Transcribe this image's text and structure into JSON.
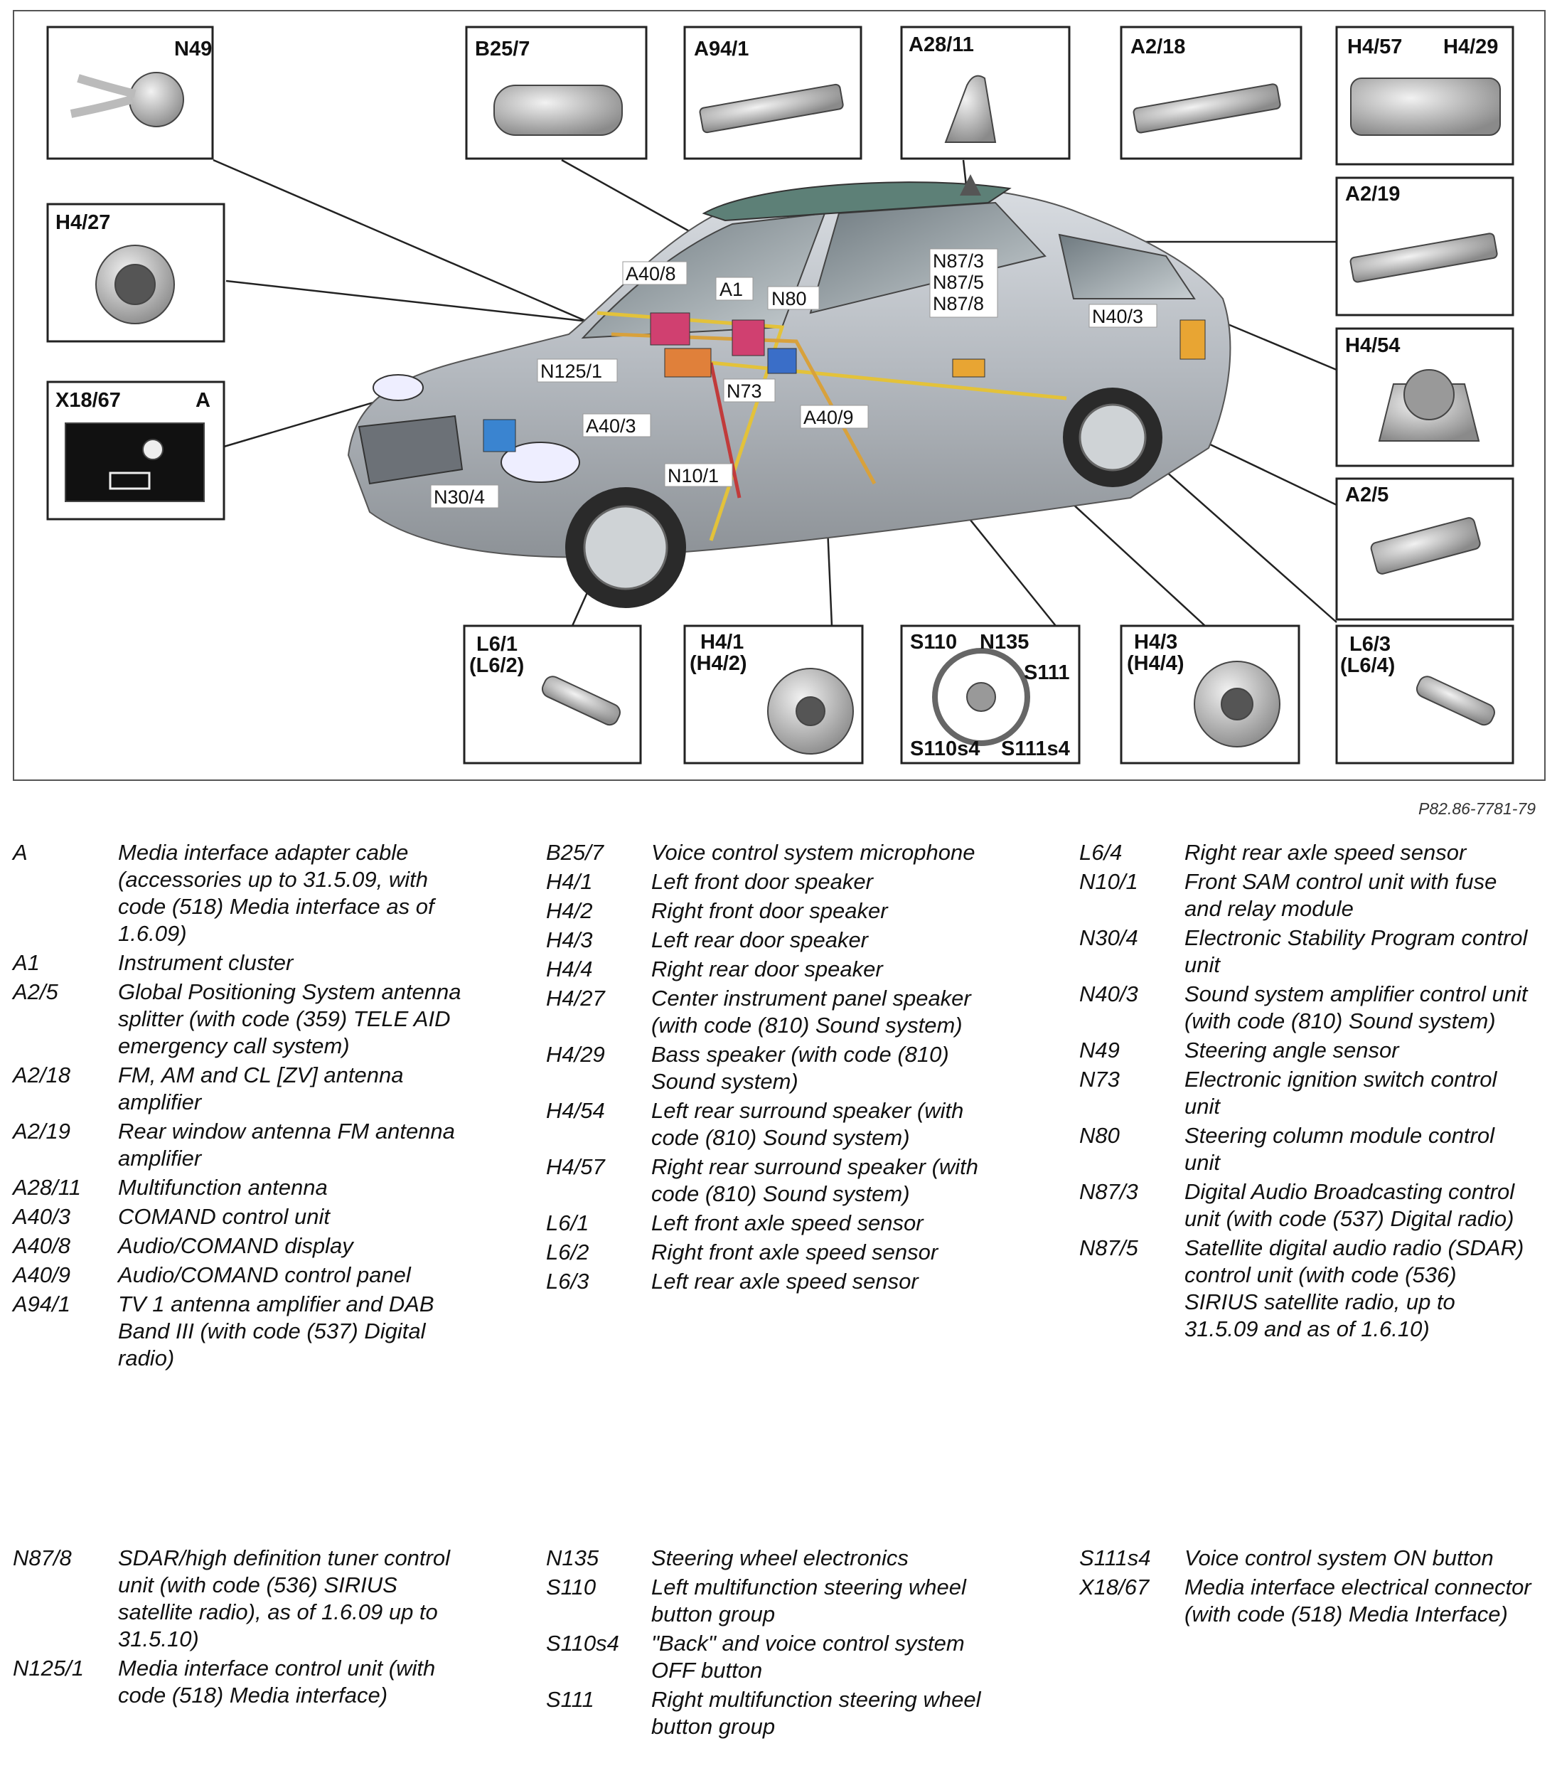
{
  "diagram": {
    "box_labels": {
      "n49": "N49",
      "b25_7": "B25/7",
      "a94_1": "A94/1",
      "a28_11": "A28/11",
      "a2_18": "A2/18",
      "h4_57": "H4/57",
      "h4_29": "H4/29",
      "h4_27": "H4/27",
      "a2_19": "A2/19",
      "x18_67": "X18/67",
      "a": "A",
      "h4_54": "H4/54",
      "a2_5": "A2/5",
      "l6_1": "L6/1",
      "l6_2": "(L6/2)",
      "h4_1": "H4/1",
      "h4_2": "(H4/2)",
      "s110": "S110",
      "n135": "N135",
      "s111": "S111",
      "s110s4": "S110s4",
      "s111s4": "S111s4",
      "h4_3": "H4/3",
      "h4_4": "(H4/4)",
      "l6_3": "L6/3",
      "l6_4": "(L6/4)"
    },
    "car_labels": {
      "a40_8": "A40/8",
      "a1": "A1",
      "n80": "N80",
      "n125_1": "N125/1",
      "n73": "N73",
      "a40_3": "A40/3",
      "a40_9": "A40/9",
      "n10_1": "N10/1",
      "n30_4": "N30/4",
      "n87_3": "N87/3",
      "n87_5": "N87/5",
      "n87_8": "N87/8",
      "n40_3": "N40/3"
    },
    "reference_code": "P82.86-7781-79"
  },
  "legend": {
    "col1": [
      {
        "code": "A",
        "desc": "Media interface adapter cable (accessories up to 31.5.09, with code (518) Media interface as of 1.6.09)"
      },
      {
        "code": "A1",
        "desc": "Instrument cluster"
      },
      {
        "code": "A2/5",
        "desc": "Global Positioning System antenna splitter (with code (359) TELE AID emergency call system)"
      },
      {
        "code": "A2/18",
        "desc": "FM, AM and CL [ZV] antenna amplifier"
      },
      {
        "code": "A2/19",
        "desc": "Rear window antenna FM antenna amplifier"
      },
      {
        "code": "A28/11",
        "desc": "Multifunction antenna"
      },
      {
        "code": "A40/3",
        "desc": "COMAND control unit"
      },
      {
        "code": "A40/8",
        "desc": "Audio/COMAND display"
      },
      {
        "code": "A40/9",
        "desc": "Audio/COMAND control panel"
      },
      {
        "code": "A94/1",
        "desc": "TV 1 antenna amplifier and DAB Band III (with code (537) Digital radio)"
      }
    ],
    "col2": [
      {
        "code": "B25/7",
        "desc": "Voice control system microphone"
      },
      {
        "code": "H4/1",
        "desc": "Left front door speaker"
      },
      {
        "code": "H4/2",
        "desc": "Right front door speaker"
      },
      {
        "code": "H4/3",
        "desc": "Left rear door speaker"
      },
      {
        "code": "H4/4",
        "desc": "Right rear door speaker"
      },
      {
        "code": "H4/27",
        "desc": "Center instrument panel speaker (with code (810) Sound system)"
      },
      {
        "code": "H4/29",
        "desc": "Bass speaker (with code (810) Sound system)"
      },
      {
        "code": "H4/54",
        "desc": "Left rear surround speaker (with code (810) Sound system)"
      },
      {
        "code": "H4/57",
        "desc": "Right rear surround speaker (with code (810) Sound system)"
      },
      {
        "code": "L6/1",
        "desc": "Left front axle speed sensor"
      },
      {
        "code": "L6/2",
        "desc": "Right front axle speed sensor"
      },
      {
        "code": "L6/3",
        "desc": "Left rear axle speed sensor"
      }
    ],
    "col3": [
      {
        "code": "L6/4",
        "desc": "Right rear axle speed sensor"
      },
      {
        "code": "N10/1",
        "desc": "Front SAM control unit with fuse and relay module"
      },
      {
        "code": "N30/4",
        "desc": "Electronic Stability Program control unit"
      },
      {
        "code": "N40/3",
        "desc": "Sound system amplifier control unit (with code (810) Sound system)"
      },
      {
        "code": "N49",
        "desc": "Steering angle sensor"
      },
      {
        "code": "N73",
        "desc": "Electronic ignition switch control unit"
      },
      {
        "code": "N80",
        "desc": "Steering column module control unit"
      },
      {
        "code": "N87/3",
        "desc": "Digital Audio Broadcasting control unit (with code (537) Digital radio)"
      },
      {
        "code": "N87/5",
        "desc": "Satellite digital audio radio (SDAR) control unit (with code (536) SIRIUS satellite radio, up to 31.5.09 and as of 1.6.10)"
      }
    ],
    "col4": [
      {
        "code": "N87/8",
        "desc": "SDAR/high definition tuner control unit (with code (536) SIRIUS satellite radio), as of 1.6.09 up to 31.5.10)"
      },
      {
        "code": "N125/1",
        "desc": "Media interface control unit (with code (518) Media interface)"
      }
    ],
    "col5": [
      {
        "code": "N135",
        "desc": "Steering wheel electronics"
      },
      {
        "code": "S110",
        "desc": "Left multifunction steering wheel button group"
      },
      {
        "code": "S110s4",
        "desc": "\"Back\" and voice control system OFF button"
      },
      {
        "code": "S111",
        "desc": "Right multifunction steering wheel button group"
      }
    ],
    "col6": [
      {
        "code": "S111s4",
        "desc": "Voice control system ON button"
      },
      {
        "code": "X18/67",
        "desc": "Media interface electrical connector (with code (518) Media Interface)"
      }
    ]
  }
}
